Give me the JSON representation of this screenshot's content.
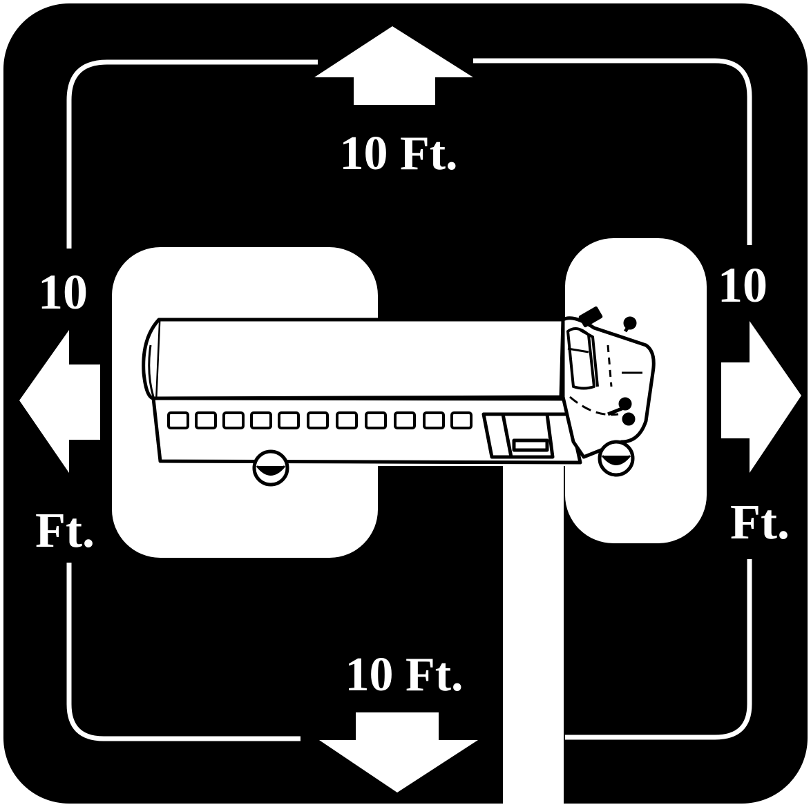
{
  "labels": {
    "top": "10 Ft.",
    "bottom": "10 Ft.",
    "left_number": "10",
    "left_unit": "Ft.",
    "right_number": "10",
    "right_unit": "Ft."
  },
  "colors": {
    "background": "#000000",
    "foreground": "#ffffff"
  },
  "icons": {
    "vehicle": "school-bus-icon",
    "arrows": [
      "arrow-up-icon",
      "arrow-down-icon",
      "arrow-left-icon",
      "arrow-right-icon"
    ]
  }
}
